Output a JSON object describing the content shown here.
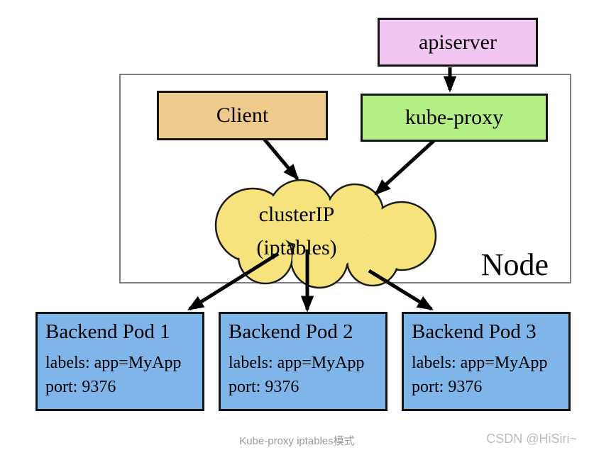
{
  "diagram": {
    "apiserver_label": "apiserver",
    "client_label": "Client",
    "kube_proxy_label": "kube-proxy",
    "cluster_ip": {
      "line1": "clusterIP",
      "line2": "(iptables)"
    },
    "node_label": "Node",
    "pods": [
      {
        "title": "Backend Pod 1",
        "labels_line": "labels: app=MyApp",
        "port_line": "port: 9376"
      },
      {
        "title": "Backend Pod 2",
        "labels_line": "labels: app=MyApp",
        "port_line": "port: 9376"
      },
      {
        "title": "Backend Pod 3",
        "labels_line": "labels: app=MyApp",
        "port_line": "port: 9376"
      }
    ]
  },
  "footer": {
    "caption": "Kube-proxy iptables模式",
    "watermark": "CSDN @HiSiri~"
  },
  "colors": {
    "apiserver_fill": "#f1c7f1",
    "client_fill": "#eeca8d",
    "kube_proxy_fill": "#b4ef86",
    "cloud_fill": "#f6e37d",
    "pod_fill": "#80b5e9",
    "box_border": "#141414",
    "node_border": "#7e7e7e",
    "arrow": "#000000",
    "caption_text": "#9b9b9b",
    "watermark_text": "#b9bdc3"
  }
}
